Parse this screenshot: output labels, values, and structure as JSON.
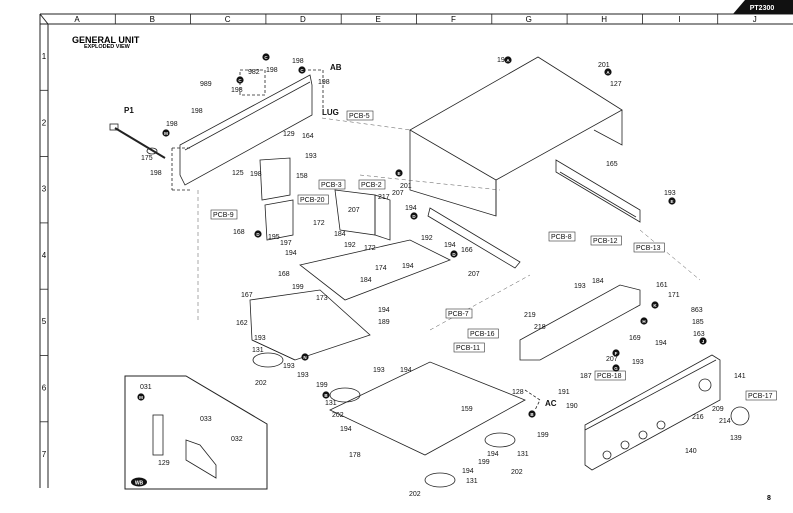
{
  "header": {
    "model_badge": "PT2300",
    "columns": [
      "A",
      "B",
      "C",
      "D",
      "E",
      "F",
      "G",
      "H",
      "I",
      "J"
    ],
    "rows": [
      "1",
      "2",
      "3",
      "4",
      "5",
      "6",
      "7"
    ]
  },
  "title": {
    "main": "GENERAL UNIT",
    "sub": "EXPLODED VIEW"
  },
  "page_number": "8",
  "parts": [
    "198",
    "201",
    "127",
    "982",
    "198",
    "198",
    "198",
    "AB",
    "989",
    "198",
    "198",
    "198",
    "P1",
    "LUG",
    "PCB-5",
    "164",
    "129",
    "175",
    "198",
    "125",
    "198",
    "193",
    "165",
    "193",
    "158",
    "PCB-3",
    "PCB-2",
    "201",
    "217",
    "207",
    "PCB-20",
    "207",
    "166",
    "PCB-9",
    "168",
    "195",
    "197",
    "172",
    "184",
    "194",
    "192",
    "172",
    "194",
    "192",
    "194",
    "PCB-8",
    "PCB-12",
    "PCB-13",
    "168",
    "174",
    "194",
    "184",
    "199",
    "173",
    "167",
    "207",
    "193",
    "184",
    "161",
    "171",
    "863",
    "185",
    "163",
    "219",
    "218",
    "PCB-7",
    "PCB-16",
    "PCB-11",
    "169",
    "194",
    "162",
    "194",
    "189",
    "193",
    "131",
    "193",
    "193",
    "202",
    "193",
    "199",
    "131",
    "202",
    "194",
    "194",
    "207",
    "193",
    "187",
    "PCB-18",
    "191",
    "128",
    "AC",
    "159",
    "199",
    "141",
    "PCB-17",
    "209",
    "216",
    "214",
    "139",
    "194",
    "131",
    "199",
    "202",
    "194",
    "131",
    "202",
    "140",
    "178",
    "190",
    "031",
    "033",
    "032",
    "129"
  ],
  "reference_marks": [
    "A",
    "A",
    "C",
    "C",
    "C",
    "D",
    "D",
    "D",
    "E",
    "E",
    "F",
    "G",
    "H",
    "J",
    "K",
    "M",
    "M",
    "N",
    "B",
    "B"
  ],
  "inset_mark": "WB"
}
